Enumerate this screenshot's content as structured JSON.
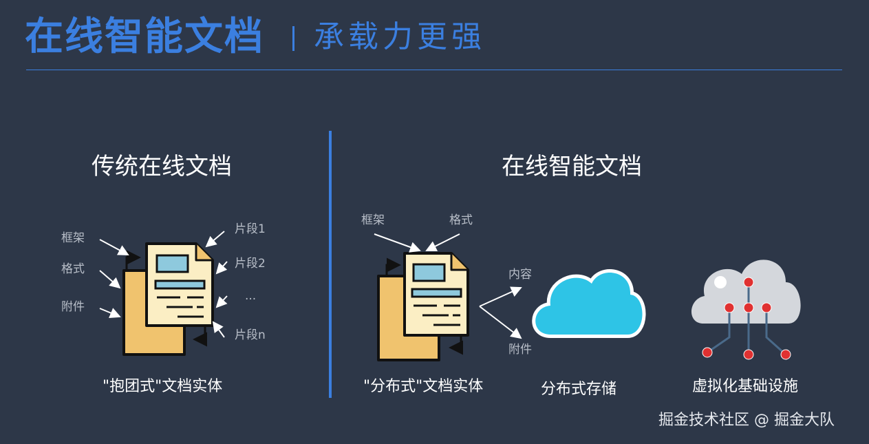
{
  "header": {
    "title": "在线智能文档",
    "subtitle": "承载力更强"
  },
  "left": {
    "title": "传统在线文档",
    "labels": {
      "frame": "框架",
      "format": "格式",
      "attachment": "附件",
      "seg1": "片段1",
      "seg2": "片段2",
      "ellipsis": "...",
      "segn": "片段n"
    },
    "caption": "\"抱团式\"文档实体"
  },
  "right": {
    "title": "在线智能文档",
    "labels": {
      "frame": "框架",
      "format": "格式",
      "content": "内容",
      "attachment": "附件"
    },
    "captions": {
      "doc": "\"分布式\"文档实体",
      "storage": "分布式存储",
      "infra": "虚拟化基础设施"
    }
  },
  "watermark": "掘金技术社区 @ 掘金大队",
  "colors": {
    "background": "#2d3748",
    "accent": "#3b7fe0",
    "doc_back": "#f0c36e",
    "doc_front": "#fbeec4",
    "doc_highlight": "#8ec9dd",
    "cloud": "#2ec4e6",
    "cloud_gray": "#d4d7dc",
    "node_red": "#e03131"
  }
}
